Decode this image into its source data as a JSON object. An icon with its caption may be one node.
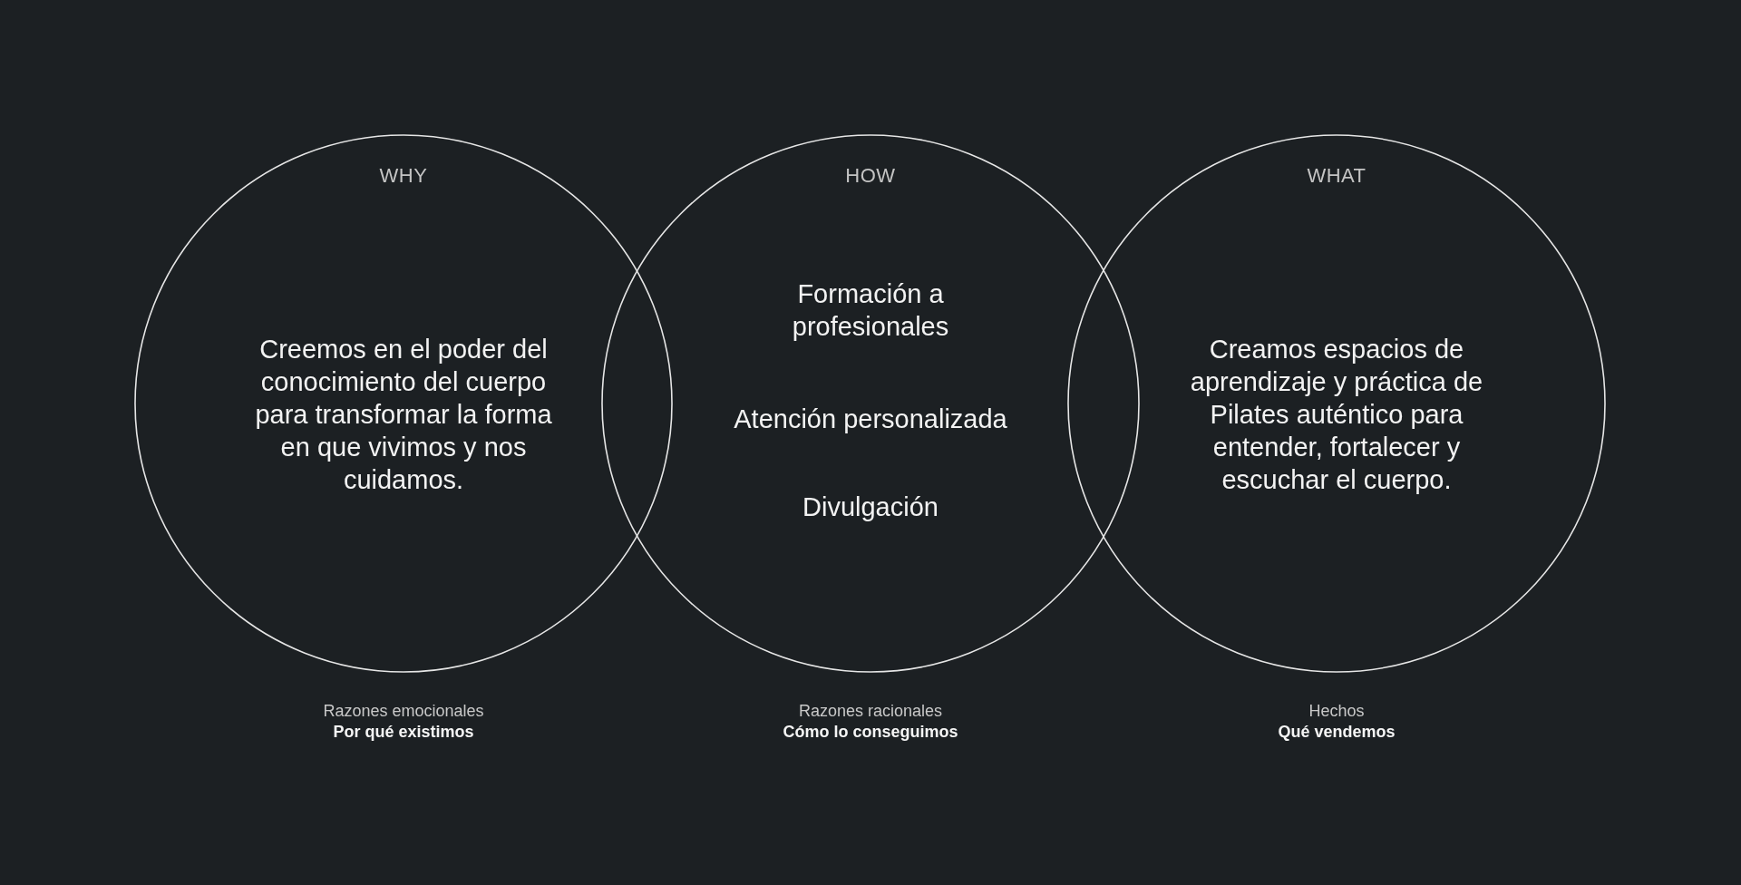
{
  "diagram": {
    "nodes": [
      {
        "text": [
          "WHY",
          "Creemos en el poder del conocimiento del cuerpo para transformar la forma en que vivimos y nos cuidamos."
        ],
        "beside": [
          "Razones emocionales",
          "Por qué existimos"
        ]
      },
      {
        "text": [
          "HOW",
          "Formación a profesionales",
          "Atención personalizada",
          "Divulgación"
        ],
        "beside": [
          "Razones racionales",
          "Cómo lo conseguimos"
        ]
      },
      {
        "text": [
          "WHAT",
          "Creamos espacios de aprendizaje y práctica de Pilates auténtico para entender, fortalecer y escuchar el cuerpo."
        ],
        "beside": [
          "Hechos",
          "Qué vendemos"
        ]
      }
    ]
  }
}
